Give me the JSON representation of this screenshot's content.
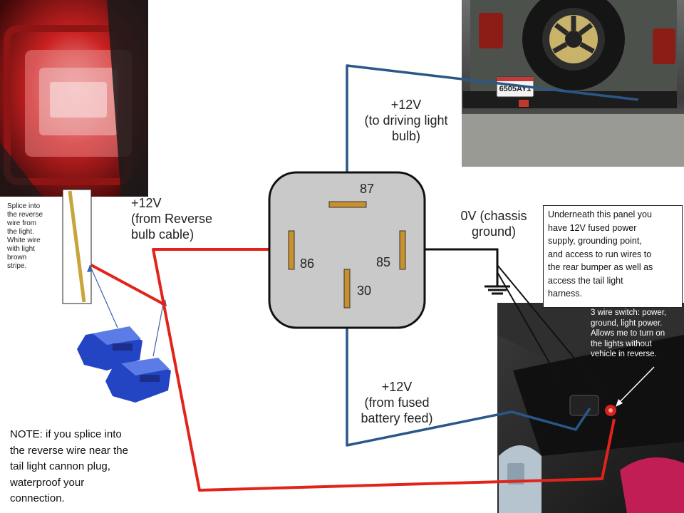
{
  "relay": {
    "pin_87": "87",
    "pin_86": "86",
    "pin_85": "85",
    "pin_30": "30"
  },
  "labels": {
    "driving_light": "+12V\n(to driving light\nbulb)",
    "reverse_bulb": "+12V\n(from Reverse\n     bulb cable)",
    "chassis_ground": "0V (chassis\nground)",
    "battery_feed": "+12V\n(from fused\nbattery feed)"
  },
  "notes": {
    "splice": "Splice into\nthe reverse\nwire from\nthe light.\nWhite wire\nwith light\nbrown\nstripe.",
    "panel": "Underneath this panel you\nhave 12V fused power\nsupply, grounding point,\nand access to run wires to\nthe rear bumper as well as\naccess the tail light\nharness.",
    "switch": "3 wire switch: power,\nground, light power.\nAllows me to turn on\nthe lights without\nvehicle in reverse.",
    "waterproof": "NOTE: if you splice into\nthe reverse wire near the\ntail light cannon plug,\nwaterproof your\nconnection."
  },
  "license_plate": "6505AY1",
  "colors": {
    "red_wire": "#e2231a",
    "blue_wire": "#2a5788",
    "black_wire": "#111111",
    "relay_fill": "#c9c9c9",
    "relay_pin": "#c8912e"
  }
}
